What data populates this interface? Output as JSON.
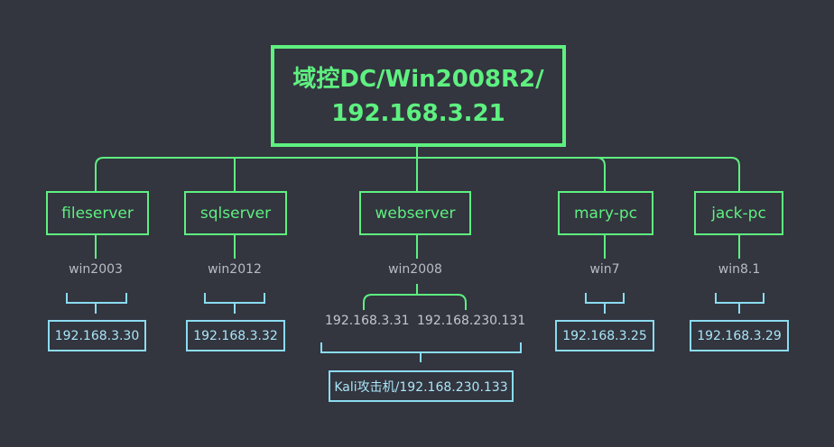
{
  "root": {
    "line1": "域控DC/Win2008R2/",
    "line2": "192.168.3.21"
  },
  "hosts": [
    {
      "name": "fileserver",
      "os": "win2003",
      "ip": "192.168.3.30"
    },
    {
      "name": "sqlserver",
      "os": "win2012",
      "ip": "192.168.3.32"
    },
    {
      "name": "webserver",
      "os": "win2008",
      "ips": [
        "192.168.3.31",
        "192.168.230.131"
      ],
      "attacker": "Kali攻击机/192.168.230.133"
    },
    {
      "name": "mary-pc",
      "os": "win7",
      "ip": "192.168.3.25"
    },
    {
      "name": "jack-pc",
      "os": "win8.1",
      "ip": "192.168.3.29"
    }
  ],
  "colors": {
    "background": "#33353f",
    "host": "#5ef080",
    "ip": "#8adcf0"
  }
}
